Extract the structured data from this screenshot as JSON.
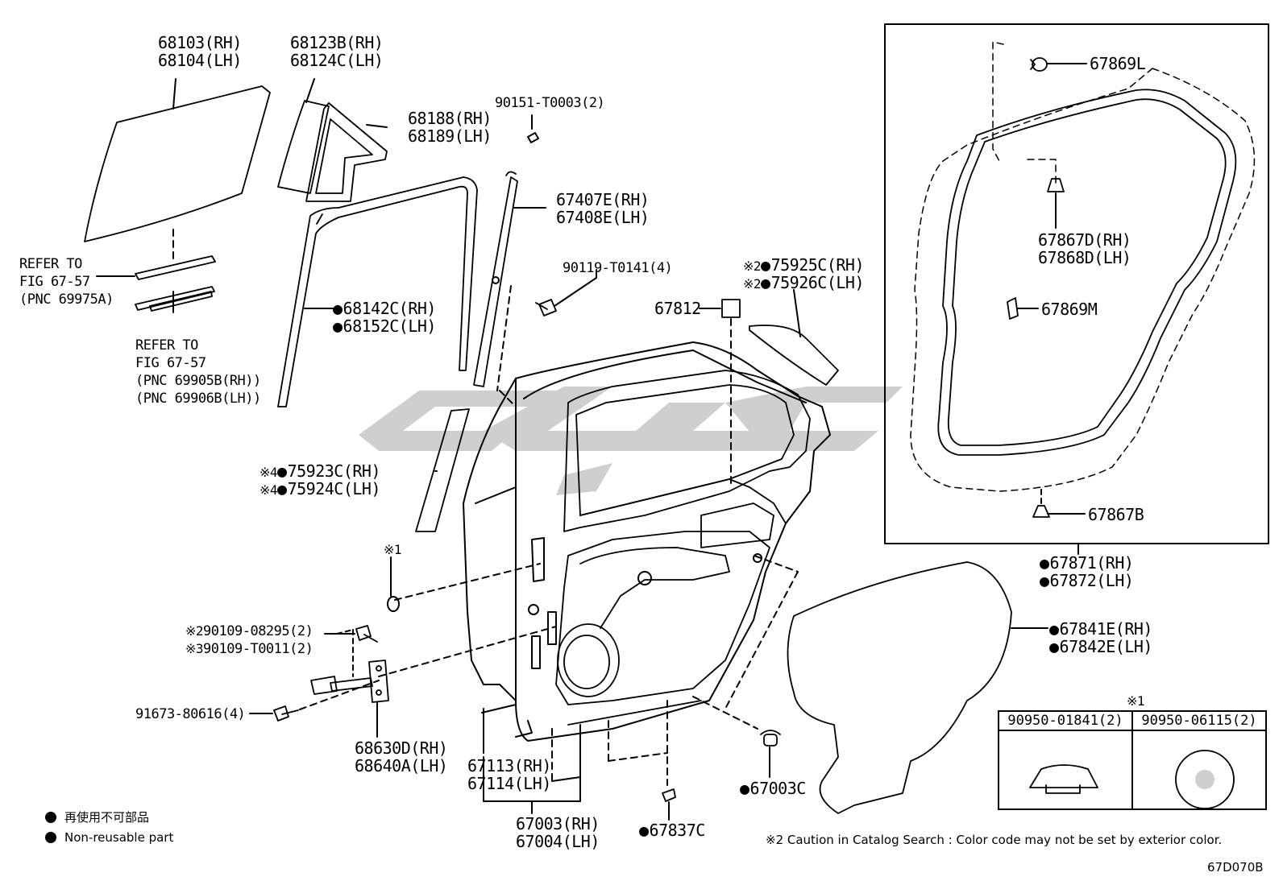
{
  "labels": {
    "l68103": "68103(RH)",
    "l68104": "68104(LH)",
    "l68123b": "68123B(RH)",
    "l68124c": "68124C(LH)",
    "l68188": "68188(RH)",
    "l68189": "68189(LH)",
    "l90151": "90151-T0003(2)",
    "l67407e": "67407E(RH)",
    "l67408e": "67408E(LH)",
    "l90119": "90119-T0141(4)",
    "refer1_a": "REFER TO",
    "refer1_b": "FIG 67-57",
    "refer1_c": "(PNC 69975A)",
    "refer2_a": "REFER TO",
    "refer2_b": "FIG 67-57",
    "refer2_c": "(PNC 69905B(RH))",
    "refer2_d": "(PNC 69906B(LH))",
    "l68142c": "68142C(RH)",
    "l68152c": "68152C(LH)",
    "l67812": "67812",
    "l75925c": "75925C(RH)",
    "l75926c": "75926C(LH)",
    "l75923c": "75923C(RH)",
    "l75924c": "75924C(LH)",
    "mark1": "※1",
    "mark2": "※2",
    "mark3": "※3",
    "mark4": "※4",
    "l90109a": "90109-08295(2)",
    "l90109b": "90109-T0011(2)",
    "l91673": "91673-80616(4)",
    "l68630d": "68630D(RH)",
    "l68640a": "68640A(LH)",
    "l67113": "67113(RH)",
    "l67114": "67114(LH)",
    "l67003": "67003(RH)",
    "l67004": "67004(LH)",
    "l67837c": "67837C",
    "l67003c": "67003C",
    "l67869l": "67869L",
    "l67867d": "67867D(RH)",
    "l67868d": "67868D(LH)",
    "l67869m": "67869M",
    "l67867b": "67867B",
    "l67871": "67871(RH)",
    "l67872": "67872(LH)",
    "l67841e": "67841E(RH)",
    "l67842e": "67842E(LH)"
  },
  "table": {
    "mark": "※1",
    "col1": "90950-01841(2)",
    "col2": "90950-06115(2)"
  },
  "legend": {
    "line1": "再使用不可部品",
    "line2": "Non-reusable part"
  },
  "caution": "※2 Caution in Catalog Search : Color code may not be set by exterior color.",
  "figure_id": "67D070B"
}
